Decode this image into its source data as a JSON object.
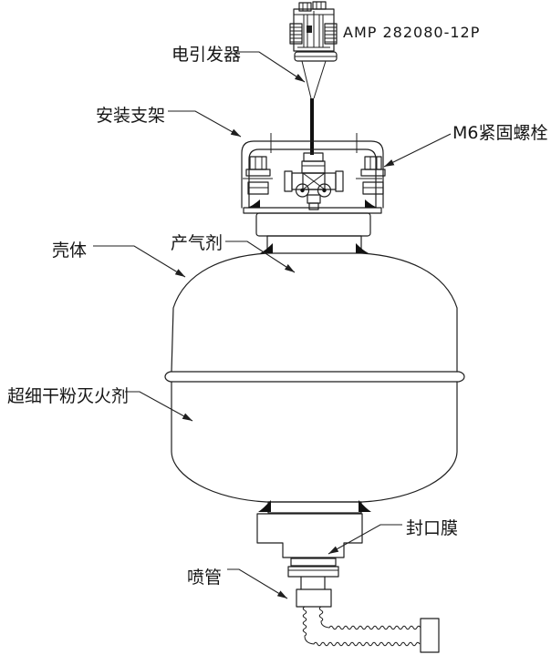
{
  "colors": {
    "line": "#1f1f1f",
    "background": "#ffffff"
  },
  "labels": {
    "connector_model": "AMP 282080-12P",
    "electric_initiator": "电引发器",
    "mounting_bracket": "安装支架",
    "m6_bolt": "M6紧固螺栓",
    "shell": "壳体",
    "gas_generant": "产气剂",
    "powder_agent": "超细干粉灭火剂",
    "sealing_film": "封口膜",
    "nozzle": "喷管"
  }
}
